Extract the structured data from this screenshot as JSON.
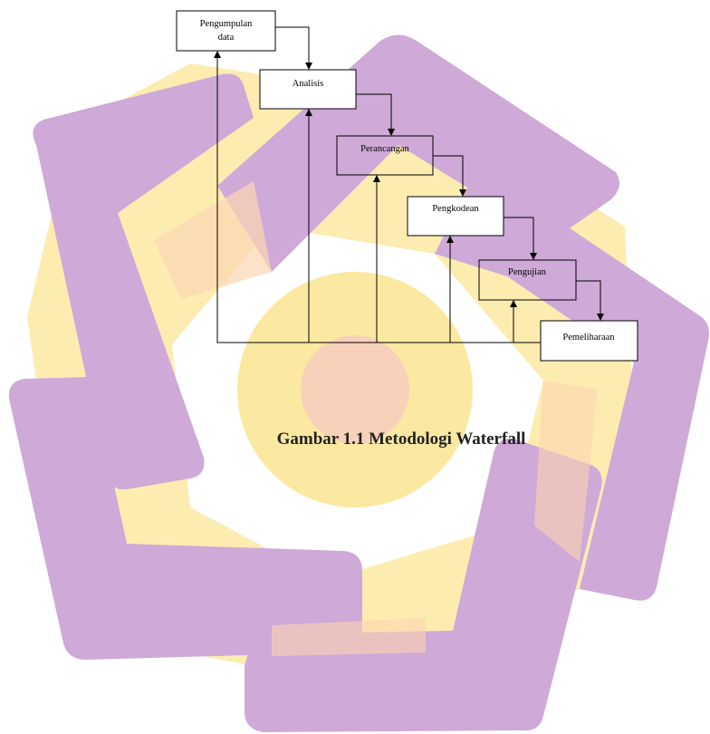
{
  "watermark": {
    "colors": {
      "purple": "#cfa9d8",
      "purple_dark": "#c39bcf",
      "yellow": "#fbe9a2",
      "peach": "#fcd6b3",
      "pink": "#f7c6c4"
    }
  },
  "diagram": {
    "steps": [
      {
        "lines": [
          "Pengumpulan",
          "data"
        ]
      },
      {
        "lines": [
          "Analisis"
        ]
      },
      {
        "lines": [
          "Perancangan"
        ]
      },
      {
        "lines": [
          "Pengkodean"
        ]
      },
      {
        "lines": [
          "Pengujian"
        ]
      },
      {
        "lines": [
          "Pemeliharaan"
        ]
      }
    ],
    "line_color": "#000000"
  },
  "caption": "Gambar 1.1 Metodologi Waterfall"
}
